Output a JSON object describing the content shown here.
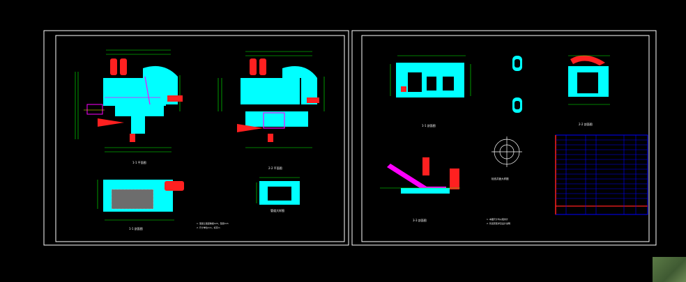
{
  "colors": {
    "background": "#000000",
    "frame": "#ffffff",
    "cyan": "#00ffff",
    "red": "#ff2020",
    "magenta": "#ff00ff",
    "blue": "#0000ff",
    "green": "#00ff00",
    "yellow": "#ffff00"
  },
  "sheets": [
    "left-sheet",
    "right-sheet"
  ],
  "labels": {
    "scale": "1:50"
  }
}
